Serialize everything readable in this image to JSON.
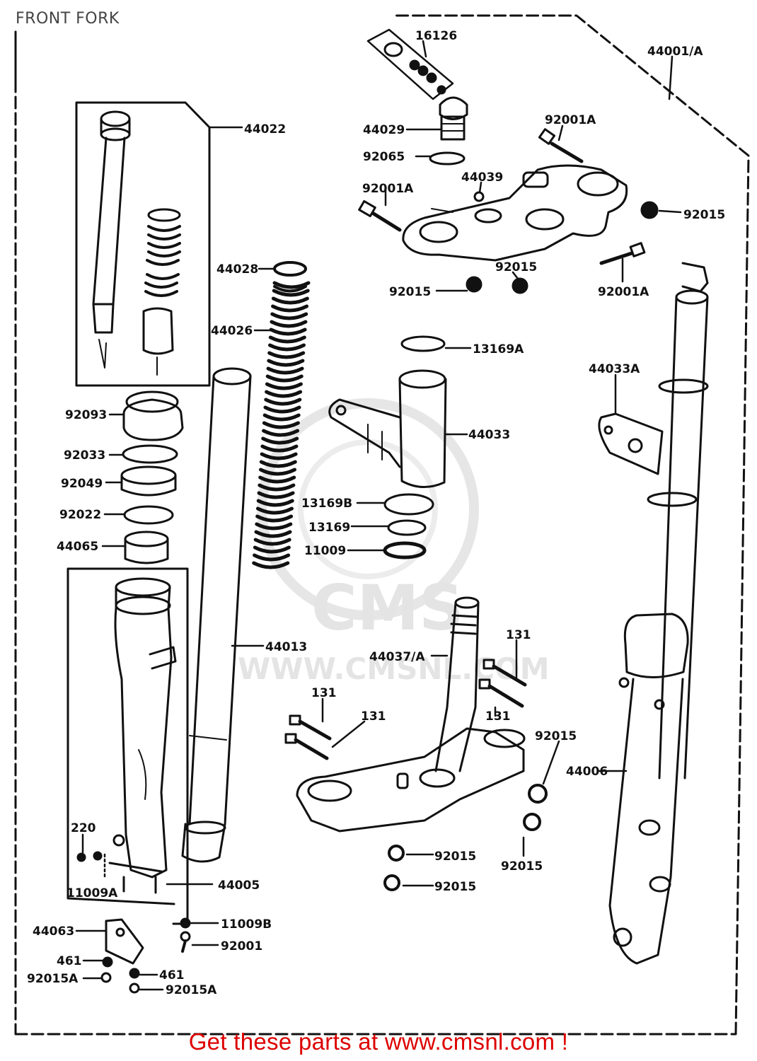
{
  "title": "FRONT FORK",
  "watermark": {
    "brand": "CMS",
    "url": "WWW.CMSNL.COM"
  },
  "footer": "Get these parts at www.cmsnl.com !",
  "colors": {
    "ink": "#111111",
    "watermark": "#e4e4e4",
    "footer": "#dd0000"
  },
  "labels": {
    "l16126": "16126",
    "l44001A": "44001/A",
    "l44029": "44029",
    "l92001A_top": "92001A",
    "l92065": "92065",
    "l44039": "44039",
    "l92001A_left": "92001A",
    "l92015_right": "92015",
    "l92015_mid": "92015",
    "l92015_left": "92015",
    "l92001A_low": "92001A",
    "l44022": "44022",
    "l44028": "44028",
    "l44026": "44026",
    "l13169A": "13169A",
    "l44033A": "44033A",
    "l44033": "44033",
    "l92093": "92093",
    "l92033": "92033",
    "l92049": "92049",
    "l92022": "92022",
    "l44065": "44065",
    "l13169B": "13169B",
    "l13169": "13169",
    "l11009": "11009",
    "l44013": "44013",
    "l44037A": "44037/A",
    "l131_a": "131",
    "l131_b": "131",
    "l131_c": "131",
    "l131_d": "131",
    "l92015_b1": "92015",
    "l44006": "44006",
    "l220": "220",
    "l11009A": "11009A",
    "l44005": "44005",
    "l92015_b2": "92015",
    "l92015_b3": "92015",
    "l92015_b4": "92015",
    "l44063": "44063",
    "l11009B": "11009B",
    "l92001": "92001",
    "l461_a": "461",
    "l461_b": "461",
    "l92015A_a": "92015A",
    "l92015A_b": "92015A"
  }
}
